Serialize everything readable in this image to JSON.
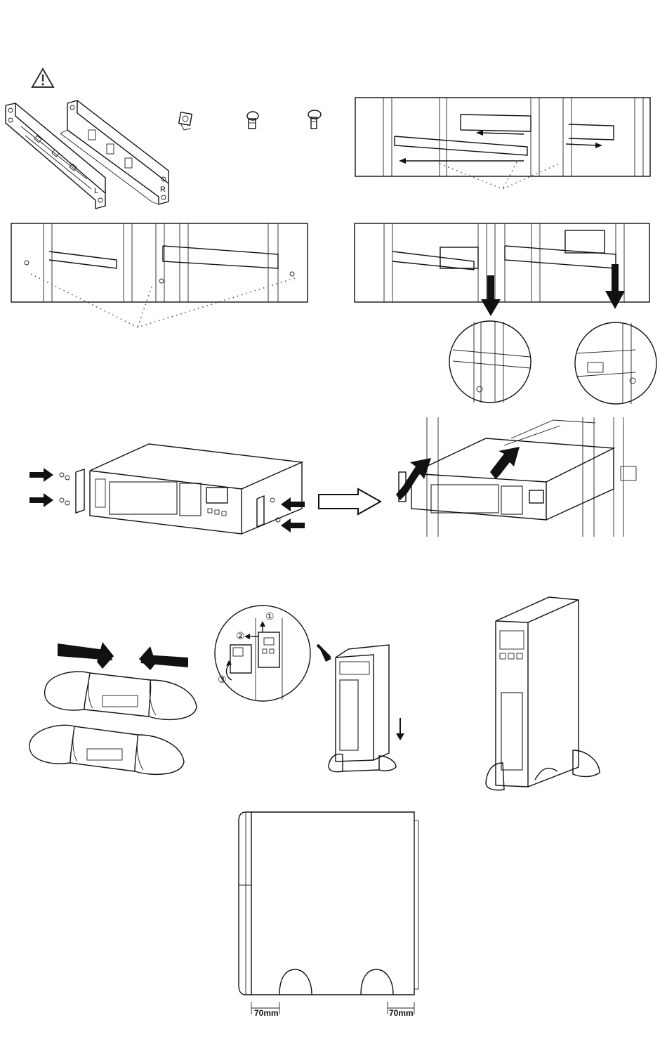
{
  "rail_labels": {
    "left": "L",
    "right": "R"
  },
  "steps_circled": {
    "one": "①",
    "two": "②",
    "three": "③"
  },
  "dimensions": {
    "left_clearance": "70mm",
    "right_clearance": "70mm"
  },
  "icons": {
    "warning": "warning-triangle-icon",
    "arrow": "arrow-icon"
  }
}
